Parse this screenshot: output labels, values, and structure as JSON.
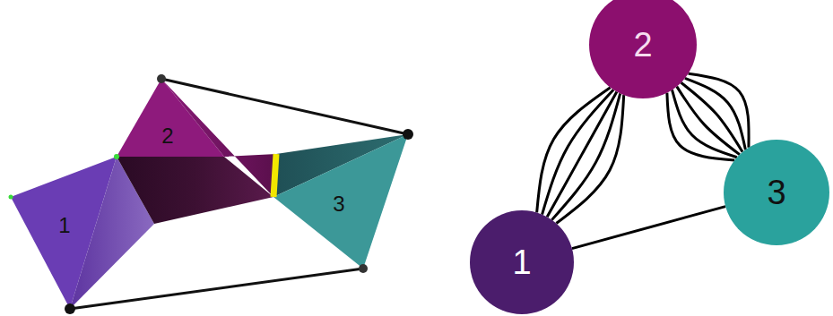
{
  "diagram": {
    "nodes": [
      {
        "text": [
          "2"
        ]
      },
      {
        "text": [
          "3"
        ]
      },
      {
        "text": [
          "1"
        ]
      }
    ],
    "edges": [
      {
        "from": 2,
        "to": 0,
        "arrow": "none"
      },
      {
        "from": 2,
        "to": 0,
        "arrow": "none"
      },
      {
        "from": 2,
        "to": 0,
        "arrow": "none"
      },
      {
        "from": 2,
        "to": 0,
        "arrow": "none"
      },
      {
        "from": 2,
        "to": 0,
        "arrow": "none"
      },
      {
        "from": 0,
        "to": 1,
        "arrow": "none"
      },
      {
        "from": 0,
        "to": 1,
        "arrow": "none"
      },
      {
        "from": 0,
        "to": 1,
        "arrow": "none"
      },
      {
        "from": 0,
        "to": 1,
        "arrow": "none"
      },
      {
        "from": 0,
        "to": 1,
        "arrow": "none"
      },
      {
        "from": 0,
        "to": 1,
        "arrow": "none"
      },
      {
        "from": 2,
        "to": 1,
        "arrow": "none"
      }
    ],
    "labels": [
      "1",
      "2",
      "3"
    ]
  }
}
